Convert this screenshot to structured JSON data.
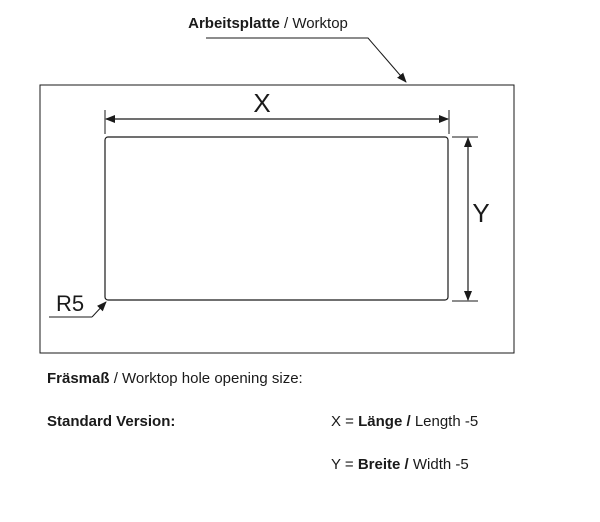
{
  "diagram": {
    "top_label": {
      "bold": "Arbeitsplatte",
      "sep": " / ",
      "normal": "Worktop"
    },
    "dim_x": "X",
    "dim_y": "Y",
    "radius": "R5"
  },
  "caption": {
    "heading_bold": "Fräsmaß",
    "heading_sep": " / ",
    "heading_normal": "Worktop hole opening size:",
    "version_label": "Standard Version:",
    "x_prefix": "X = ",
    "x_bold": "Länge",
    "x_sep": " / ",
    "x_normal": "Length -5",
    "y_prefix": "Y = ",
    "y_bold": "Breite",
    "y_sep": " / ",
    "y_normal": "Width -5"
  },
  "colors": {
    "line": "#1a1a1a"
  }
}
